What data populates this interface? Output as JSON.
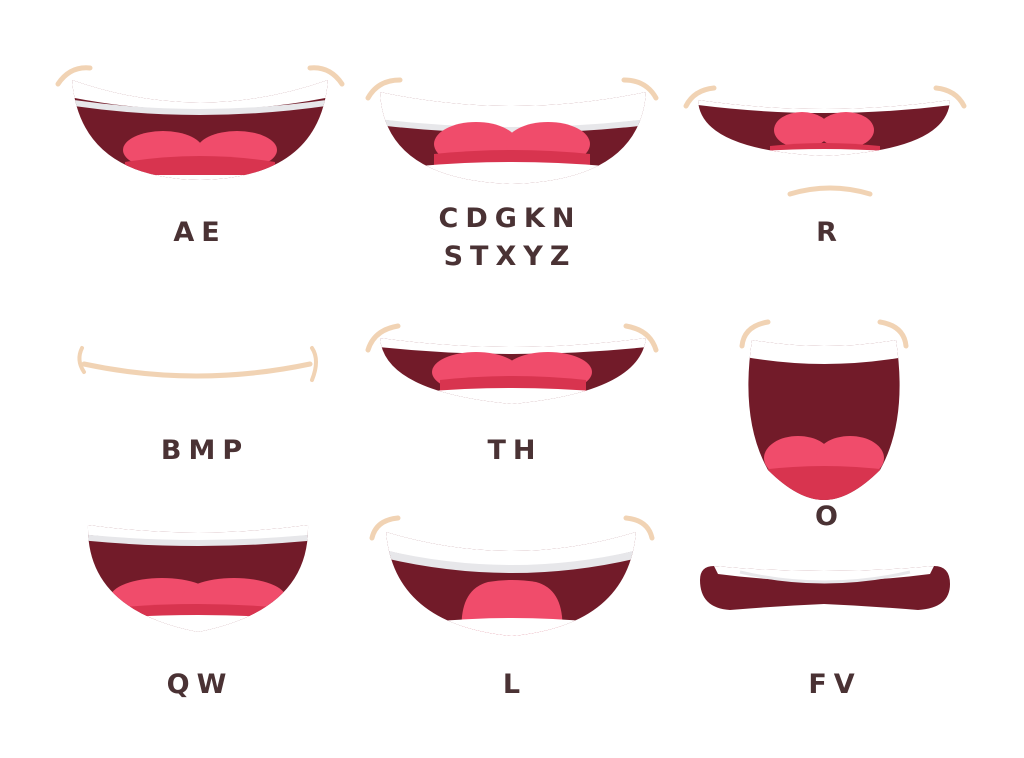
{
  "colors": {
    "mouth": "#721b29",
    "tongue": "#f04c6b",
    "tongue_dark": "#d8344f",
    "teeth": "#ffffff",
    "teeth_shadow": "#e7e7ea",
    "lip_line": "#f1d3b4",
    "label": "#4a3234"
  },
  "visemes": [
    {
      "id": "ae",
      "label": "AE"
    },
    {
      "id": "cdgkn",
      "label_line1": "CDGKN",
      "label_line2": "STXYZ"
    },
    {
      "id": "r",
      "label": "R"
    },
    {
      "id": "bmp",
      "label": "BMP"
    },
    {
      "id": "th",
      "label": "TH"
    },
    {
      "id": "o",
      "label": "O"
    },
    {
      "id": "qw",
      "label": "QW"
    },
    {
      "id": "l",
      "label": "L"
    },
    {
      "id": "fv",
      "label": "FV"
    }
  ]
}
